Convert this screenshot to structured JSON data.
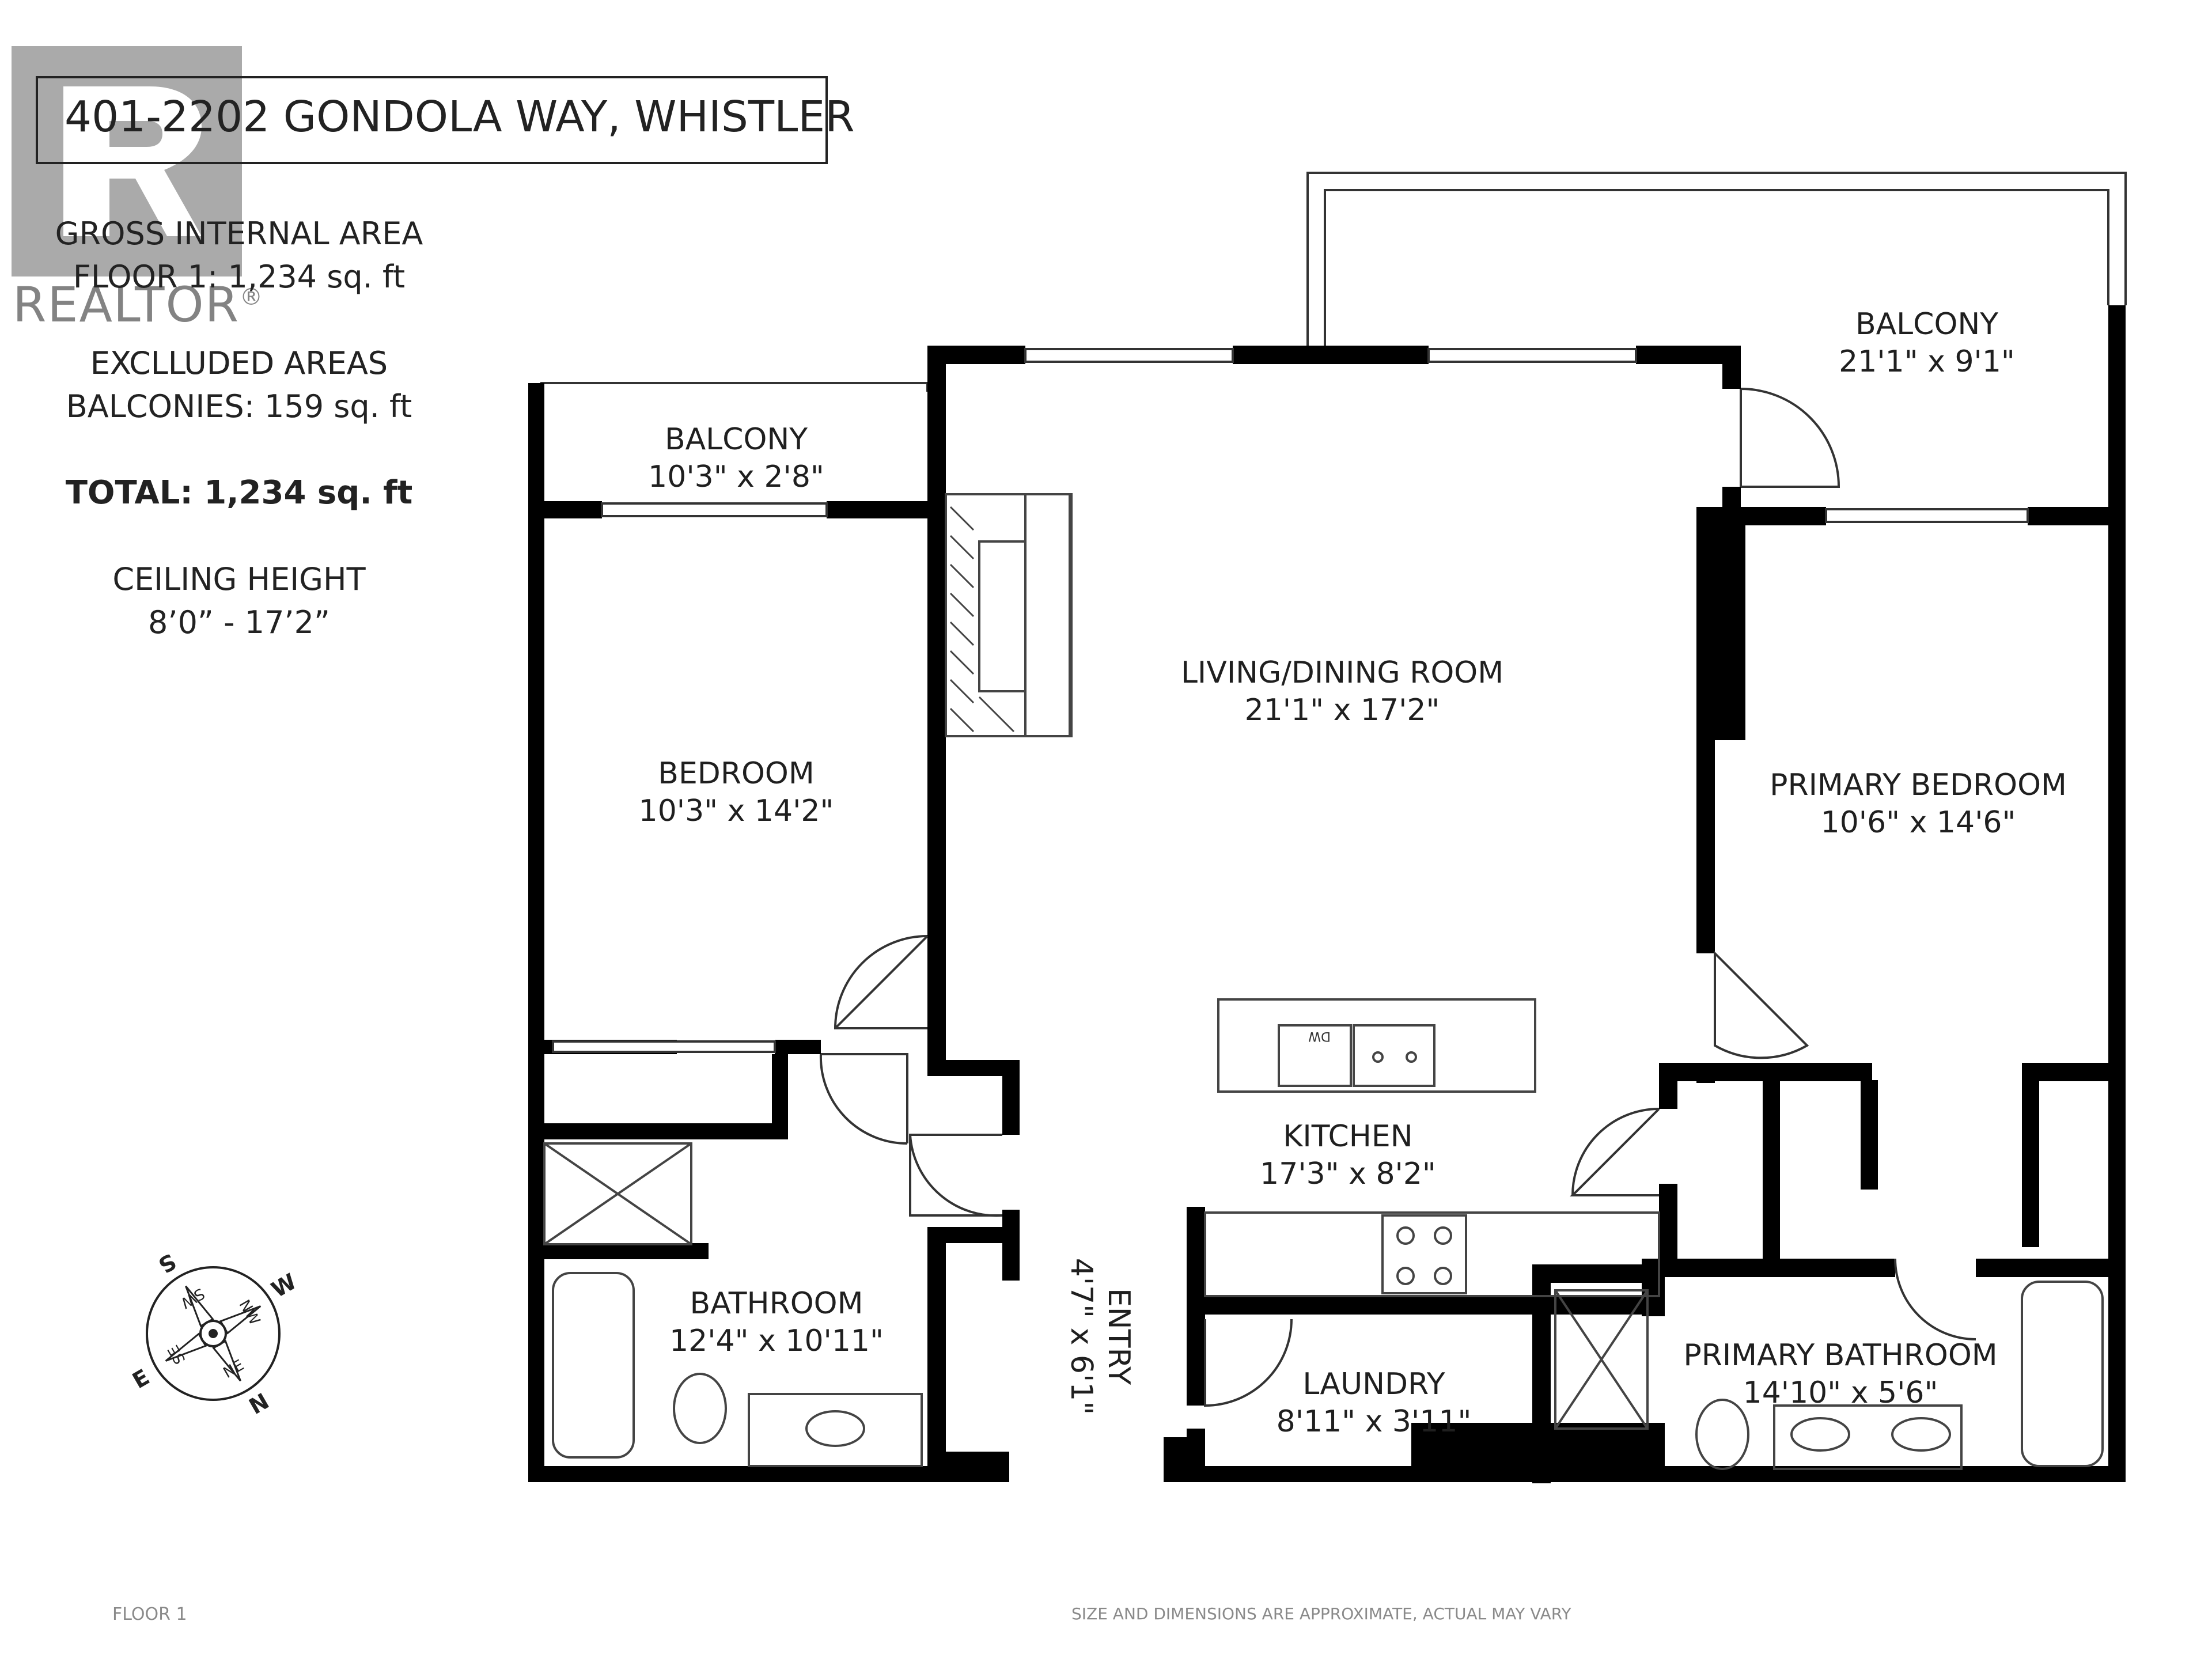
{
  "header": {
    "address": "401-2202 GONDOLA WAY, WHISTLER",
    "watermark_text": "REALTOR",
    "watermark_mark": "®"
  },
  "areas": {
    "gross_label": "GROSS INTERNAL AREA",
    "floor1": "FLOOR 1: 1,234 sq. ft",
    "excluded_label": "EXCLLUDED AREAS",
    "balconies": "BALCONIES: 159 sq. ft",
    "total": "TOTAL: 1,234 sq. ft",
    "ceiling_label": "CEILING HEIGHT",
    "ceiling_value": "8’0” - 17’2”"
  },
  "rooms": [
    {
      "name": "BALCONY",
      "dims": "21'1\" x 9'1\""
    },
    {
      "name": "BALCONY",
      "dims": "10'3\" x 2'8\""
    },
    {
      "name": "LIVING/DINING ROOM",
      "dims": "21'1\" x 17'2\""
    },
    {
      "name": "BEDROOM",
      "dims": "10'3\" x 14'2\""
    },
    {
      "name": "PRIMARY BEDROOM",
      "dims": "10'6\" x 14'6\""
    },
    {
      "name": "KITCHEN",
      "dims": "17'3\" x 8'2\""
    },
    {
      "name": "BATHROOM",
      "dims": "12'4\" x 10'11\""
    },
    {
      "name": "ENTRY",
      "dims": "4'7\" x 6'1\""
    },
    {
      "name": "LAUNDRY",
      "dims": "8'11\" x 3'11\""
    },
    {
      "name": "PRIMARY BATHROOM",
      "dims": "14'10\" x 5'6\""
    }
  ],
  "appliance_labels": {
    "dishwasher": "DW"
  },
  "compass": {
    "n": "N",
    "s": "S",
    "e": "E",
    "w": "W",
    "ne": "NE",
    "nw": "NW",
    "se": "SE",
    "sw": "SW"
  },
  "footer": {
    "floor": "FLOOR 1",
    "disclaimer": "SIZE AND DIMENSIONS ARE APPROXIMATE, ACTUAL MAY VARY"
  }
}
